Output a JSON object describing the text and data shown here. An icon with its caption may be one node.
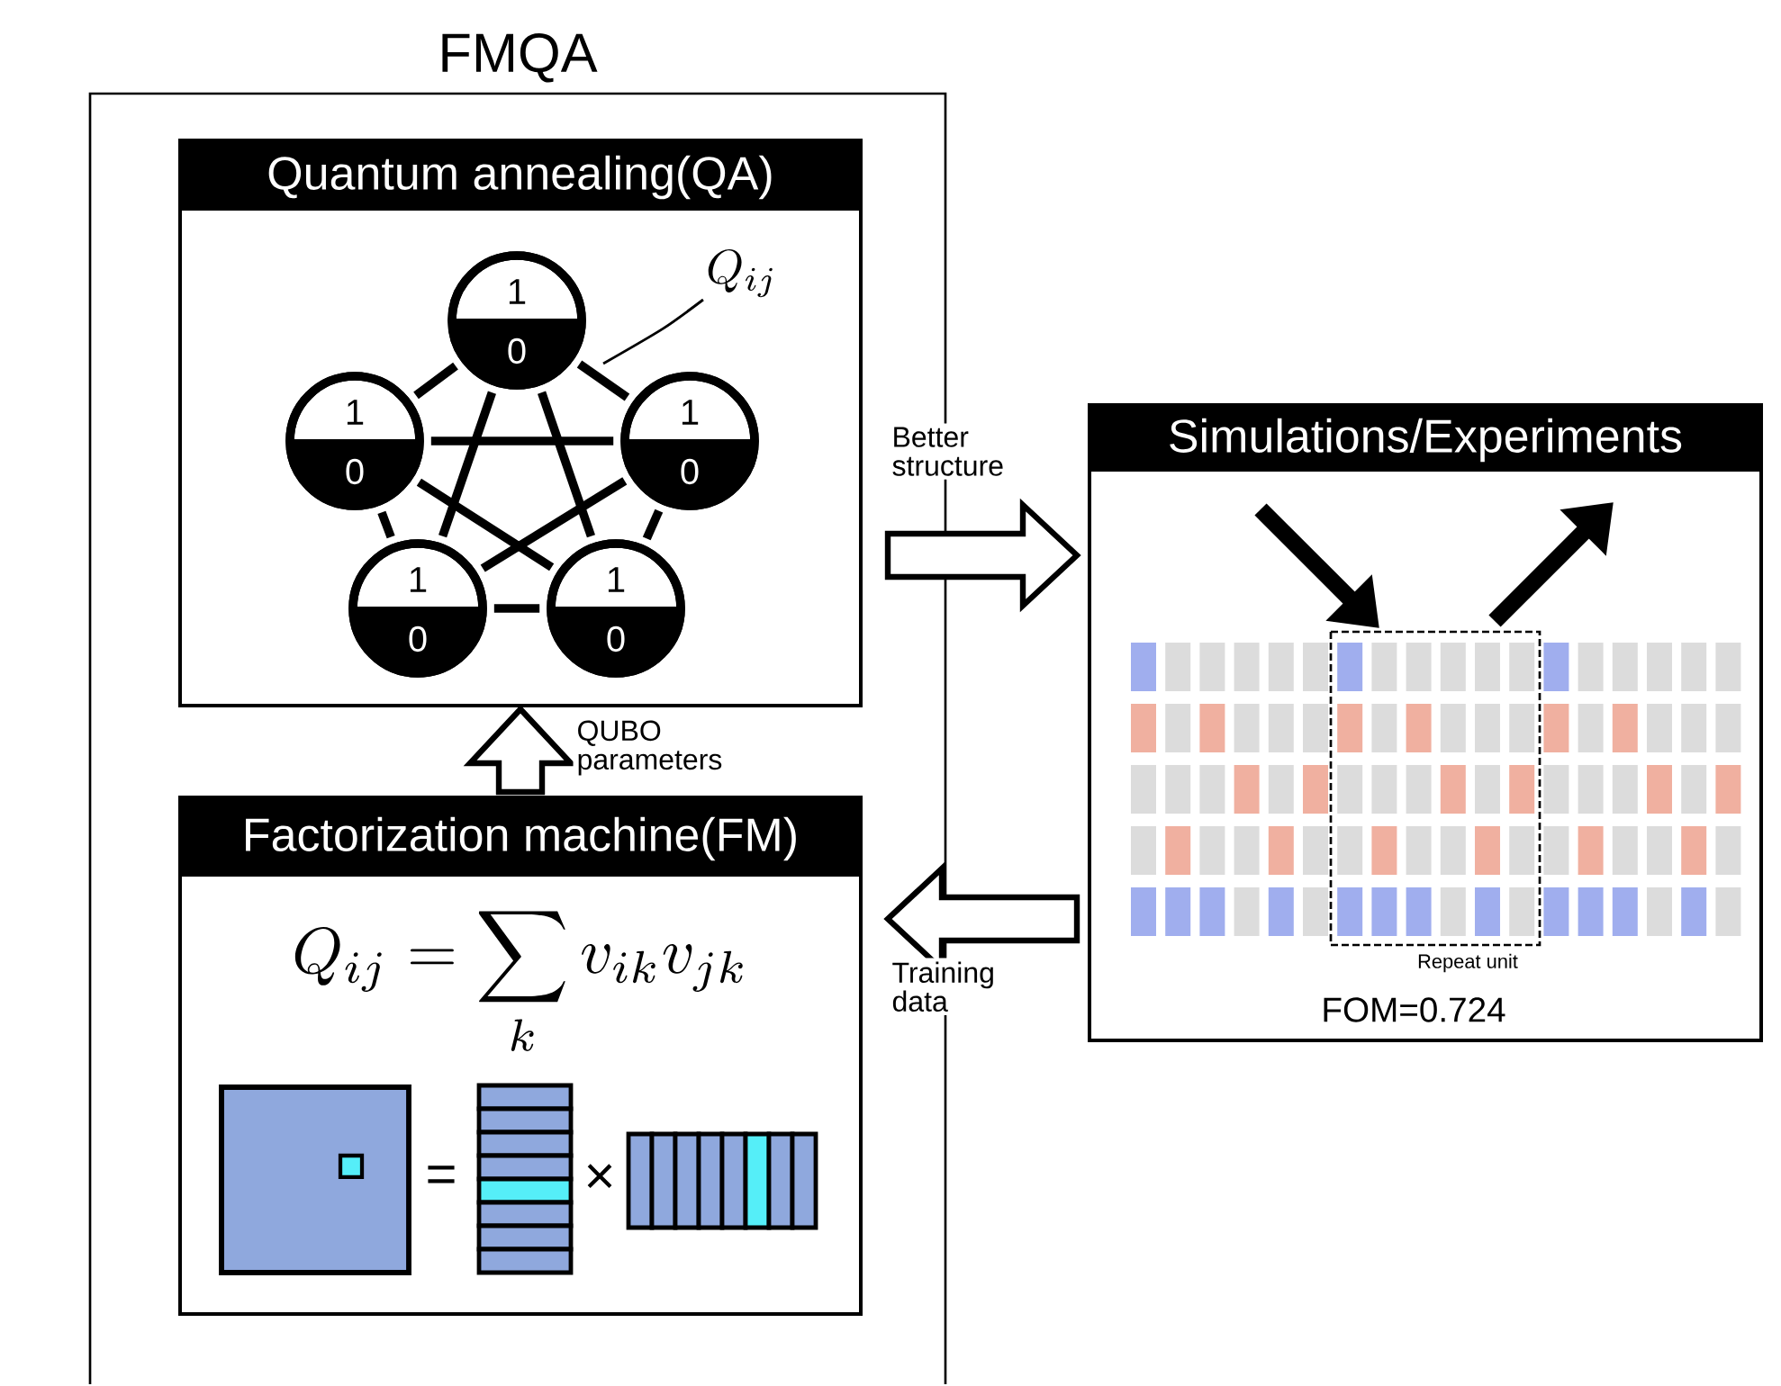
{
  "diagram": {
    "nodes": [
      {
        "text": [
          "FMQA"
        ]
      },
      {
        "text": [
          "Quantum annealing(QA)"
        ],
        "in": 0
      },
      {
        "text": [
          "Q_{ij}"
        ],
        "in": 1
      },
      {
        "text": [
          "1",
          "0"
        ],
        "in": 1
      },
      {
        "text": [
          "1",
          "0"
        ],
        "in": 1
      },
      {
        "text": [
          "1",
          "0"
        ],
        "in": 1
      },
      {
        "text": [
          "1",
          "0"
        ],
        "in": 1
      },
      {
        "text": [
          "1",
          "0"
        ],
        "in": 1
      },
      {
        "text": [
          "Factorization machine(FM)",
          "Q_{ij} = \\sum_{k} v_{ik} v_{jk}"
        ],
        "in": 0
      },
      {
        "text": [
          "Simulations/Experiments",
          "FOM=0.724"
        ]
      }
    ],
    "edges": [
      {
        "from": 2,
        "to": null,
        "arrow": "none"
      },
      {
        "from": 3,
        "to": 4,
        "arrow": "none"
      },
      {
        "from": 3,
        "to": 5,
        "arrow": "none"
      },
      {
        "from": 3,
        "to": 6,
        "arrow": "none"
      },
      {
        "from": 3,
        "to": 7,
        "arrow": "none"
      },
      {
        "from": 4,
        "to": 5,
        "arrow": "none"
      },
      {
        "from": 4,
        "to": 6,
        "arrow": "none"
      },
      {
        "from": 4,
        "to": 7,
        "arrow": "none"
      },
      {
        "from": 5,
        "to": 6,
        "arrow": "none"
      },
      {
        "from": 5,
        "to": 7,
        "arrow": "none"
      },
      {
        "from": 6,
        "to": 7,
        "arrow": "none"
      },
      {
        "from": 8,
        "to": 1,
        "arrow": "to",
        "style": "thick",
        "label": "QUBO parameters"
      },
      {
        "from": 1,
        "to": 9,
        "arrow": "to",
        "style": "thick",
        "label": "Better structure"
      },
      {
        "from": 9,
        "to": 8,
        "arrow": "to",
        "style": "thick",
        "label": "Training data"
      }
    ],
    "labels": [
      "=",
      "×",
      "Repeat unit"
    ]
  }
}
